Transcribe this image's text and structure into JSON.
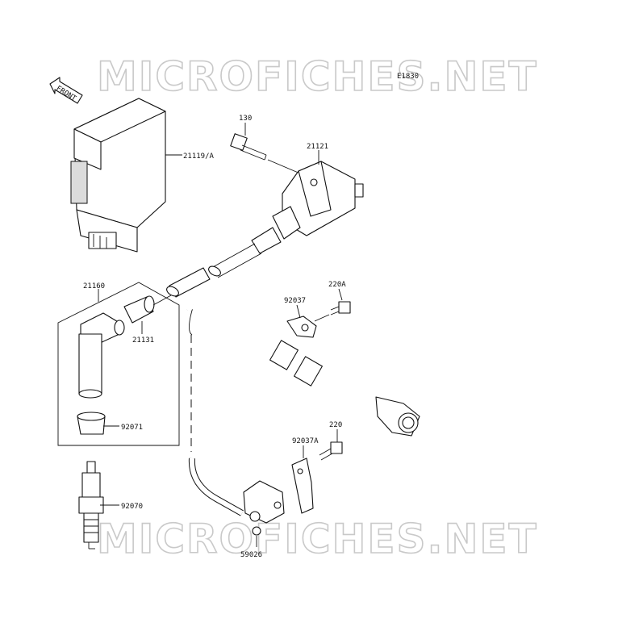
{
  "diagram": {
    "code": "E1830",
    "watermark": "MICROFICHES.NET",
    "direction_label": "FRONT",
    "callouts": {
      "p130": "130",
      "p21121": "21121",
      "p21119A": "21119/A",
      "p21160": "21160",
      "p21131": "21131",
      "p92037": "92037",
      "p220A": "220A",
      "p92071": "92071",
      "p92070": "92070",
      "p220": "220",
      "p92037A": "92037A",
      "p59026": "59026"
    }
  }
}
